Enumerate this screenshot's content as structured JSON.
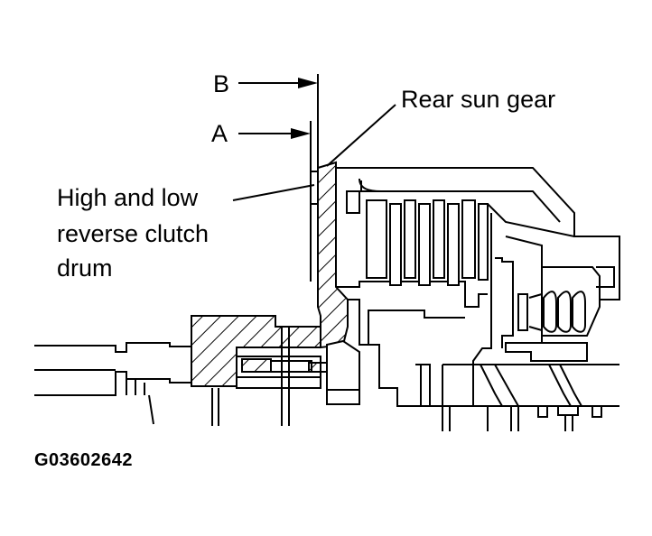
{
  "labels": {
    "b": "B",
    "a": "A",
    "rear_sun_gear": "Rear sun gear",
    "drum_line1": "High and low",
    "drum_line2": "reverse clutch",
    "drum_line3": "drum"
  },
  "figure_id": "G03602642",
  "colors": {
    "line": "#000000",
    "background": "#ffffff"
  }
}
